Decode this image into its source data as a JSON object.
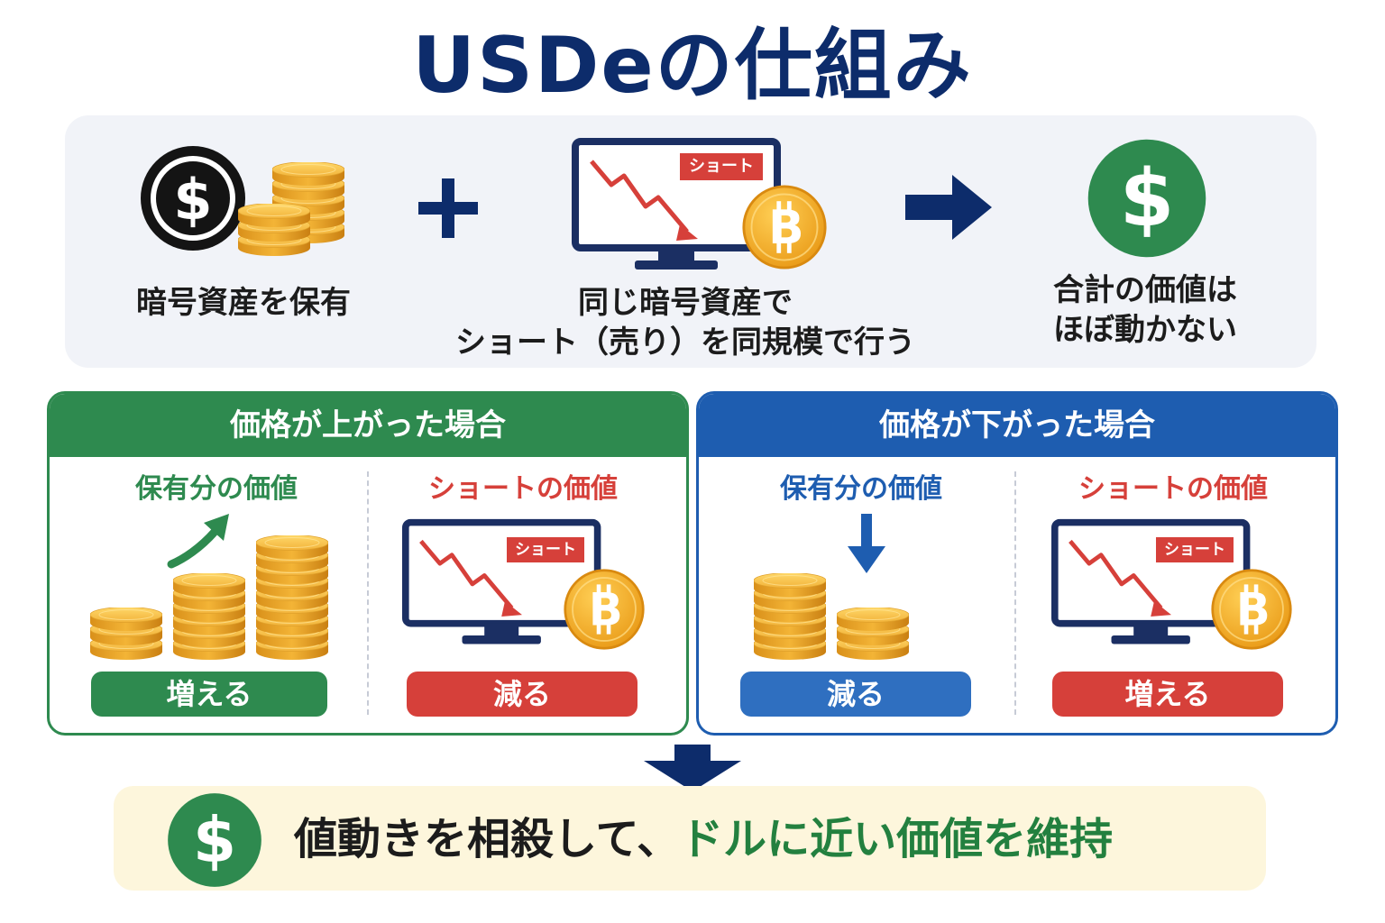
{
  "title": "USDeの仕組み",
  "steps": [
    {
      "label_lines": [
        "暗号資産を保有"
      ],
      "icon": "dollar-coin-icon"
    },
    {
      "operator": "+"
    },
    {
      "label_lines": [
        "同じ暗号資産で",
        "ショート（売り）を同規模で行う"
      ],
      "icon": "monitor-chart-icon",
      "badge": "ショート"
    },
    {
      "operator": "→"
    },
    {
      "label_lines": [
        "合計の価値は",
        "ほぼ動かない"
      ],
      "icon": "green-dollar-icon"
    }
  ],
  "cases": [
    {
      "title": "価格が上がった場合",
      "theme": "#2e8a4f",
      "holding": {
        "label": "保有分の価値",
        "label_color": "#2e8a4f",
        "result": "増える",
        "result_color": "#2e8a4f",
        "arrow": "up"
      },
      "short": {
        "label": "ショートの価値",
        "label_color": "#d6403a",
        "badge": "ショート",
        "result": "減る",
        "result_color": "#d6403a"
      }
    },
    {
      "title": "価格が下がった場合",
      "theme": "#1e5db0",
      "holding": {
        "label": "保有分の価値",
        "label_color": "#1e5db0",
        "result": "減る",
        "result_color": "#2f6fc0",
        "arrow": "down"
      },
      "short": {
        "label": "ショートの価値",
        "label_color": "#d6403a",
        "badge": "ショート",
        "result": "増える",
        "result_color": "#d6403a"
      }
    }
  ],
  "conclusion": {
    "text_plain": "値動きを相殺して、",
    "text_highlight": "ドルに近い価値を維持",
    "highlight_color": "#23803f",
    "icon": "green-dollar-icon"
  },
  "colors": {
    "navy": "#0d2c6b",
    "green": "#2e8a4f",
    "blue": "#1e5db0",
    "red": "#d6403a",
    "gold": "#f2b53a"
  }
}
